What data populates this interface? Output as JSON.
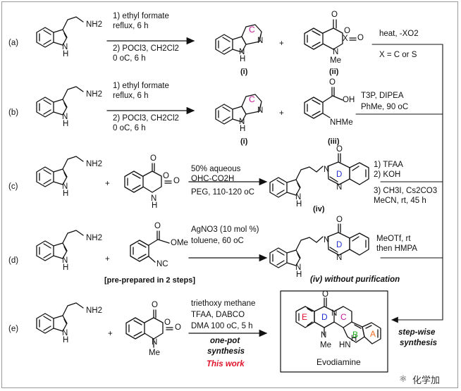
{
  "rows": {
    "a": {
      "tag": "(a)",
      "reagents": [
        "1) ethyl formate",
        "reflux, 6 h",
        "2) POCl3, CH2Cl2",
        "0 oC, 6 h"
      ],
      "products": [
        "(i)",
        "(ii)"
      ],
      "conditions": [
        "heat, -XO2",
        "X = C or S"
      ],
      "atom_labels": [
        "NH2",
        "N",
        "H",
        "N",
        "H",
        "O",
        "O",
        "X",
        "O",
        "N",
        "Me"
      ],
      "ring_letter": "C"
    },
    "b": {
      "tag": "(b)",
      "reagents": [
        "1) ethyl formate",
        "reflux, 6 h",
        "2) POCl3, CH2Cl2",
        "0 oC, 6 h"
      ],
      "products": [
        "(i)",
        "(iii)"
      ],
      "conditions": [
        "T3P, DIPEA",
        "PhMe, 90 oC"
      ],
      "atom_labels": [
        "NH2",
        "N",
        "H",
        "N",
        "H",
        "O",
        "OH",
        "NHMe"
      ],
      "ring_letter": "C"
    },
    "c": {
      "tag": "(c)",
      "reagents": [
        "50% aqueous",
        "OHC-CO2H",
        "PEG, 110-120 oC"
      ],
      "products": [
        "(iv)"
      ],
      "conditions": [
        "1) TFAA",
        "2) KOH",
        "3) CH3I, Cs2CO3",
        "MeCN, rt, 45 h"
      ],
      "atom_labels": [
        "NH2",
        "N",
        "H",
        "O",
        "O",
        "O",
        "N",
        "H",
        "N",
        "O",
        "N",
        "N",
        "H"
      ],
      "ring_letter": "D"
    },
    "d": {
      "tag": "(d)",
      "reagents": [
        "AgNO3 (10 mol %)",
        "toluene, 60 oC"
      ],
      "note": "[pre-prepared in 2 steps]",
      "products": [
        "(iv) without purification"
      ],
      "conditions": [
        "MeOTf, rt",
        "then HMPA"
      ],
      "atom_labels": [
        "NH2",
        "N",
        "H",
        "O",
        "OMe",
        "NC",
        "N",
        "O",
        "N",
        "N",
        "H"
      ],
      "ring_letter": "D"
    },
    "e": {
      "tag": "(e)",
      "reagents": [
        "triethoxy methane",
        "TFAA, DABCO",
        "DMA 100 oC, 5 h"
      ],
      "onepot": [
        "one-pot",
        "synthesis"
      ],
      "this_work": "This work",
      "atom_labels": [
        "NH2",
        "N",
        "H",
        "O",
        "O",
        "O",
        "N",
        "Me"
      ]
    }
  },
  "product": {
    "name": "Evodiamine",
    "rings": [
      "E",
      "D",
      "C",
      "B",
      "A"
    ],
    "atom_labels": [
      "O",
      "N",
      "N",
      "Me",
      "HN",
      "H"
    ]
  },
  "stepwise": [
    "step-wise",
    "synthesis"
  ],
  "watermark": "化学加",
  "plus": "+",
  "colors": {
    "red": "#e0142b",
    "magenta": "#c2189b",
    "blue": "#1f2fd0",
    "green": "#1bb21b",
    "orange": "#ef6a1e"
  }
}
